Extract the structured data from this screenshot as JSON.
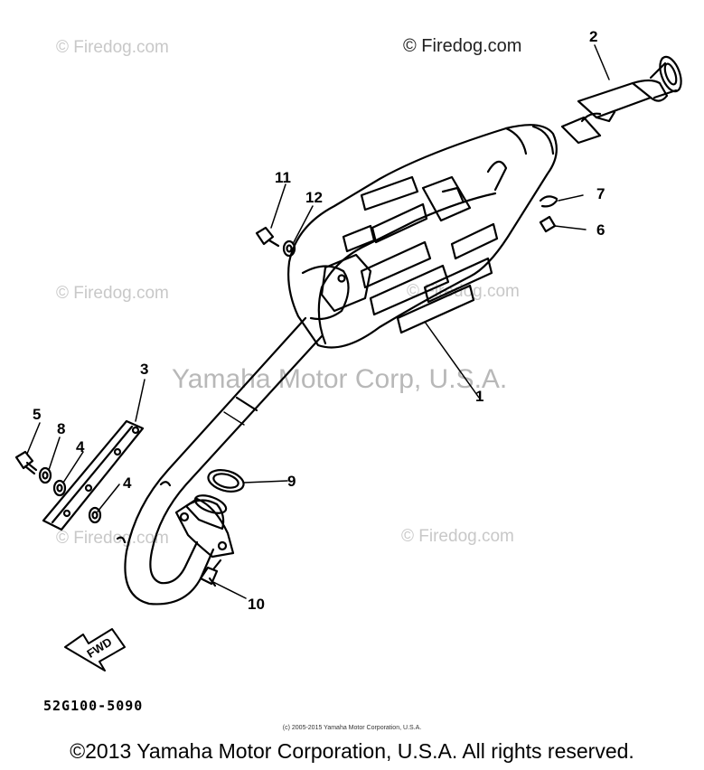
{
  "watermarks": {
    "top_right": "© Firedog.com",
    "faint": "© Firedog.com",
    "center": "Yamaha Motor Corp, U.S.A."
  },
  "callouts": {
    "c1": "1",
    "c2": "2",
    "c3": "3",
    "c4a": "4",
    "c4b": "4",
    "c5": "5",
    "c6": "6",
    "c7": "7",
    "c8": "8",
    "c9": "9",
    "c10": "10",
    "c11": "11",
    "c12": "12"
  },
  "fwd_label": "FWD",
  "part_code": "52G100-5090",
  "small_copyright": "(c) 2005-2015 Yamaha Motor Corporation, U.S.A.",
  "copyright": "©2013 Yamaha Motor Corporation, U.S.A. All rights reserved."
}
